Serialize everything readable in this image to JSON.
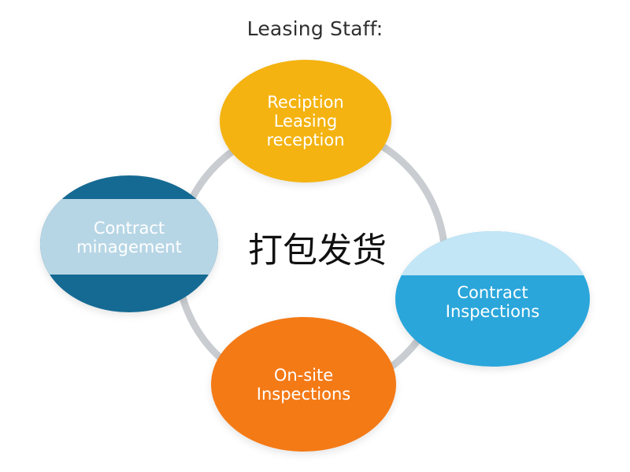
{
  "title": "Leasing Staff:",
  "center_label": "打包发货",
  "nodes": {
    "top": {
      "label": "Reciption\nLeasing\nreception",
      "color": "#f4b311"
    },
    "left": {
      "label": "Contract\nminagement",
      "color": "#156a93",
      "band_color": "#b7d6e5"
    },
    "right": {
      "label": "Contract\nInspections",
      "color": "#2aa6db",
      "band_color": "#c2e6f6"
    },
    "bottom": {
      "label": "On-site\nInspections",
      "color": "#f47a16"
    }
  },
  "ring_color": "#c9ccd0"
}
